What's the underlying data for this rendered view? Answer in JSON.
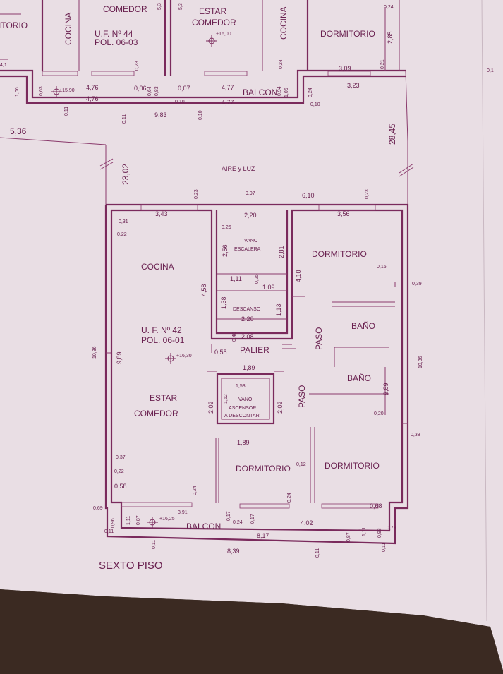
{
  "floor_title": "SEXTO PISO",
  "upper_unit": {
    "rooms": {
      "dormitorio_left": "ITORIO",
      "comedor": "COMEDOR",
      "cocina": "COCINA",
      "unit_id": "U.F. Nº 44",
      "pol": "POL. 06-03",
      "estar": "ESTAR",
      "comedor2": "COMEDOR",
      "cocina2": "COCINA",
      "dormitorio_right": "DORMITORIO",
      "balcon": "BALCON"
    },
    "dims": [
      "4,76",
      "4,76",
      "0,06",
      "0,64",
      "0,07",
      "4,77",
      "4,77",
      "3,09",
      "3,23",
      "9,83",
      "1,06",
      "0,63",
      "+15,90",
      "+16,00",
      "0,83",
      "1,05",
      "0,94",
      "0,10",
      "0,10",
      "0,11",
      "0,21",
      "2,85",
      "0,24",
      "0,23",
      "0,24",
      "5,3",
      "5,3",
      "0,10",
      "4,1",
      "0,24",
      "0,11",
      "0,1"
    ]
  },
  "site": {
    "left_dim": "5,36",
    "setback": "23,02",
    "right_dim": "28,45",
    "aire_luz": "AIRE y LUZ",
    "top_span": "9,97",
    "top_span2": "6,10"
  },
  "main_unit": {
    "rooms": {
      "cocina": "COCINA",
      "unit_id": "U. F. Nº 42",
      "pol": "POL. 06-01",
      "level": "+16,30",
      "estar": "ESTAR",
      "comedor": "COMEDOR",
      "vano_esc_1": "VANO",
      "vano_esc_2": "ESCALERA",
      "descanso": "DESCANSO",
      "palier": "PALIER",
      "dormitorio_tr": "DORMITORIO",
      "bano1": "BAÑO",
      "bano2": "BAÑO",
      "paso1": "PASO",
      "paso2": "PASO",
      "asc_1": "VANO",
      "asc_2": "ASCENSOR",
      "asc_3": "A DESCONTAR",
      "dormitorio_bm": "DORMITORIO",
      "dormitorio_br": "DORMITORIO",
      "balcon": "BALCON",
      "balcon_level": "+16,25"
    },
    "dims": {
      "cocina_win": "3,43",
      "top_023a": "0,23",
      "d031": "0,31",
      "d022a": "0,22",
      "d220top": "2,20",
      "d026": "0,26",
      "d256": "2,56",
      "d281": "2,81",
      "d111": "1,11",
      "d025": "0,25",
      "d109": "1,09",
      "d138": "1,38",
      "d113": "1,13",
      "d220mid": "2,20",
      "d048": "0,48",
      "d208": "2,08",
      "d458": "4,58",
      "d989l": "9,89",
      "d1036l": "10,36",
      "d055": "0,55",
      "d189top": "1,89",
      "d153": "1,53",
      "d162": "1,62",
      "d202l": "2,02",
      "d202r": "2,02",
      "d189bot": "1,89",
      "d037": "0,37",
      "d022b": "0,22",
      "d058": "0,58",
      "d024a": "0,24",
      "d391": "3,91",
      "d069": "0,69",
      "d111b": "1,11",
      "d087a": "0,87",
      "d096": "0,96",
      "d011a": "0,11",
      "d017a": "0,17",
      "d024b": "0,24",
      "d017b": "0,17",
      "d817": "8,17",
      "d402": "4,02",
      "d011b": "0,11",
      "d839": "8,39",
      "d011c": "0,11",
      "d087b": "0,87",
      "d111c": "1,11",
      "d068": "0,68",
      "d098": "0,98",
      "d079": "0,79",
      "d011d": "0,11",
      "d356": "3,56",
      "d023b": "0,23",
      "d410": "4,10",
      "d015": "0,15",
      "d039": "0,39",
      "d1036r": "10,36",
      "d989r": "9,89",
      "d020": "0,20",
      "d038": "0,38",
      "d012": "0,12",
      "d024c": "0,24"
    }
  }
}
